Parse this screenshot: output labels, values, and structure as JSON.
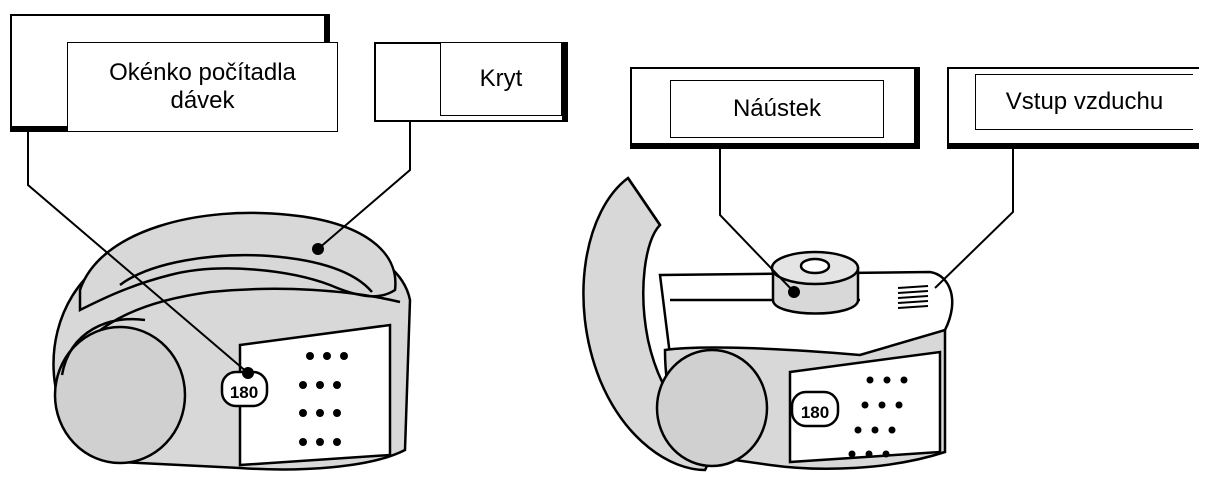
{
  "labels": {
    "dose_counter_window": "Okénko počítadla\ndávek",
    "cover": "Kryt",
    "mouthpiece": "Náústek",
    "air_inlet": "Vstup vzduchu"
  },
  "counter_values": {
    "closed": "180",
    "open": "180"
  },
  "icons": {
    "left": "inhaler-closed-icon",
    "right": "inhaler-open-icon"
  },
  "colors": {
    "fill": "#d8d8d8",
    "stroke": "#000000"
  }
}
